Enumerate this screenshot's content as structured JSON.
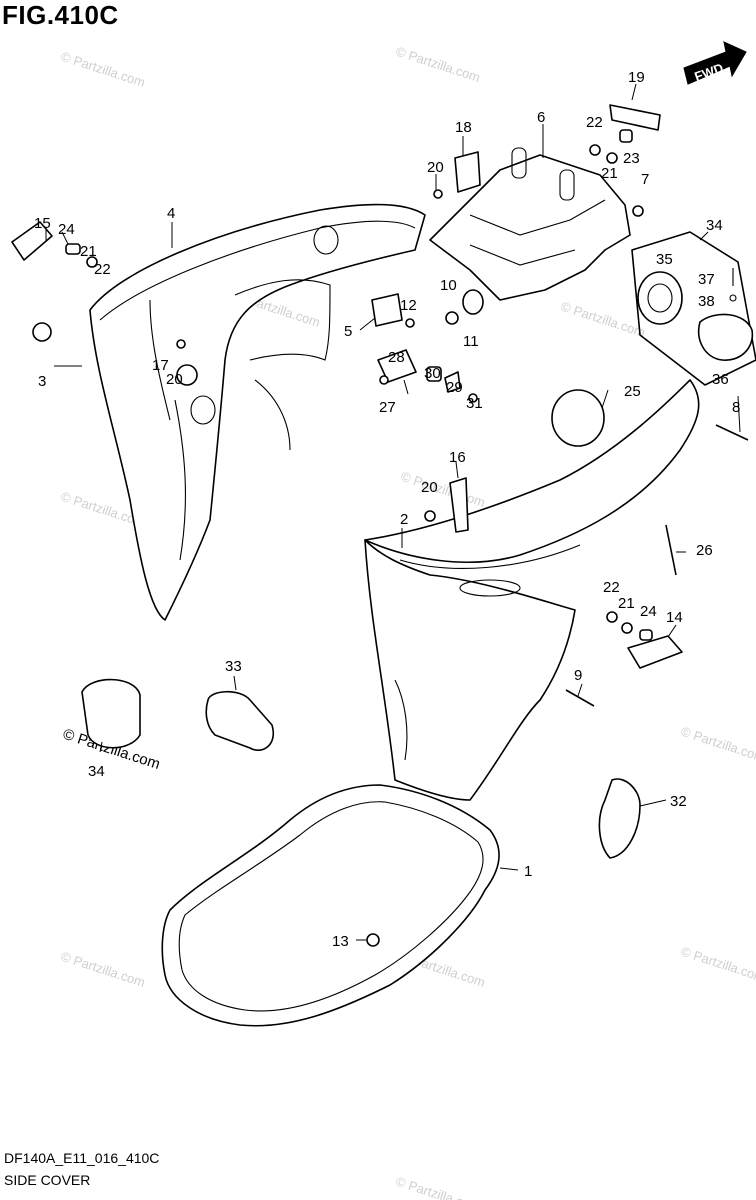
{
  "figure": {
    "title": "FIG.410C",
    "drawing_code": "DF140A_E11_016_410C",
    "section_name": "SIDE COVER",
    "direction_label": "FWD"
  },
  "watermarks": [
    "© Partzilla.com",
    "© Partzilla.com",
    "© Partzilla.com",
    "© Partzilla.com",
    "© Partzilla.com",
    "© Partzilla.com",
    "© Partzilla.com",
    "© Partzilla.com",
    "© Partzilla.com",
    "© Partzilla.com",
    "© Partzilla.com",
    "© Partzilla.com"
  ],
  "callouts": [
    "19",
    "18",
    "6",
    "22",
    "20",
    "23",
    "21",
    "7",
    "4",
    "15",
    "24",
    "21",
    "22",
    "34",
    "35",
    "37",
    "38",
    "36",
    "12",
    "10",
    "5",
    "11",
    "17",
    "20",
    "3",
    "28",
    "30",
    "29",
    "31",
    "27",
    "25",
    "8",
    "16",
    "20",
    "2",
    "26",
    "22",
    "21",
    "24",
    "14",
    "33",
    "34",
    "9",
    "32",
    "1",
    "13"
  ],
  "colors": {
    "line": "#000000",
    "background": "#ffffff",
    "watermark": "#cfcfcf"
  }
}
